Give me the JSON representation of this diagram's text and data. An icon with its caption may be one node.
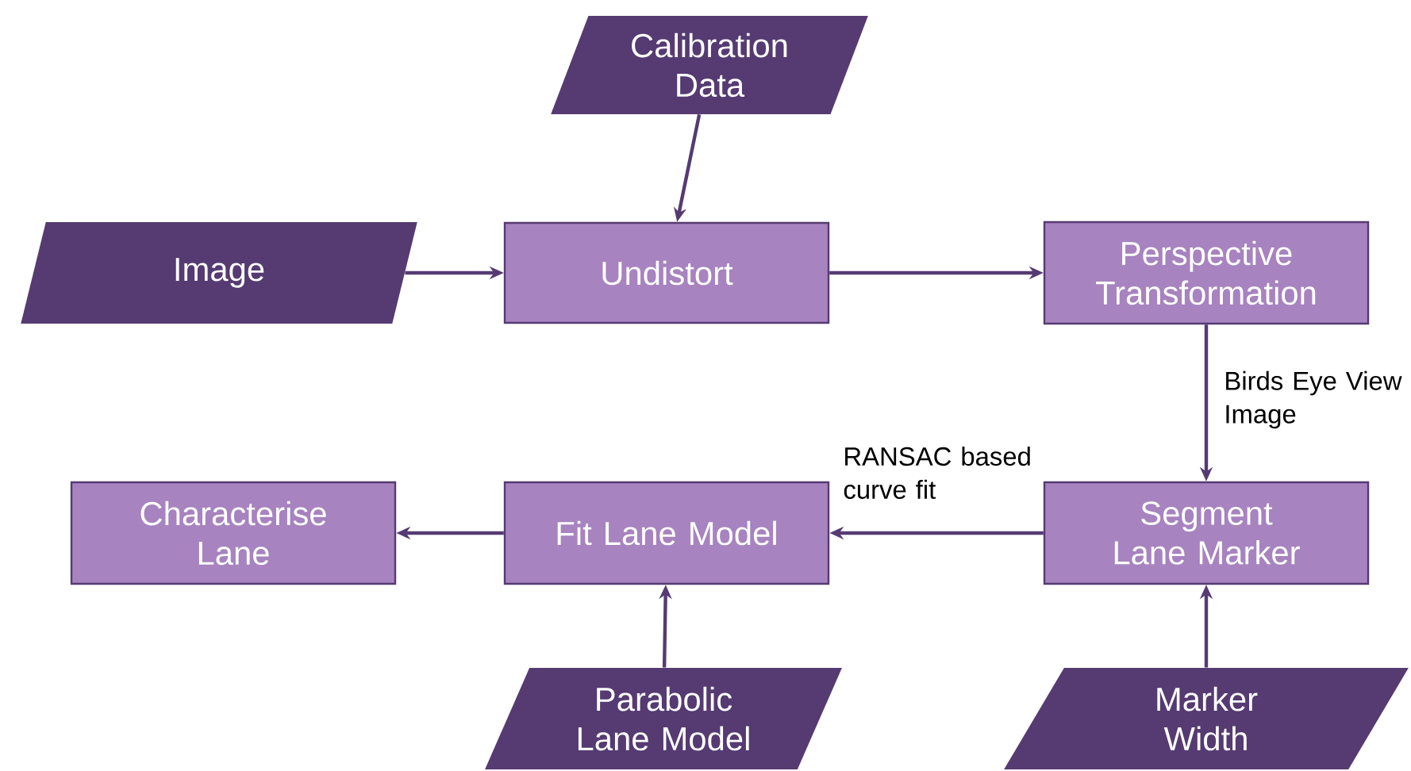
{
  "diagram": {
    "nodes": [
      {
        "text": [
          "Calibration Data"
        ]
      },
      {
        "text": [
          "Image"
        ]
      },
      {
        "text": [
          "Undistort"
        ]
      },
      {
        "text": [
          "Perspective Transformation"
        ]
      },
      {
        "text": [
          "Segment Lane Marker"
        ]
      },
      {
        "text": [
          "Fit Lane Model"
        ]
      },
      {
        "text": [
          "Characterise Lane"
        ]
      },
      {
        "text": [
          "Parabolic Lane Model"
        ]
      },
      {
        "text": [
          "Marker Width"
        ]
      }
    ],
    "edges": [
      {
        "from": 0,
        "to": 2,
        "arrow": "to"
      },
      {
        "from": 1,
        "to": 2,
        "arrow": "to"
      },
      {
        "from": 2,
        "to": 3,
        "arrow": "to"
      },
      {
        "from": 3,
        "to": 4,
        "arrow": "to",
        "label": "Birds Eye View Image"
      },
      {
        "from": 4,
        "to": 5,
        "arrow": "to",
        "label": "RANSAC based curve fit"
      },
      {
        "from": 5,
        "to": 6,
        "arrow": "to"
      },
      {
        "from": 7,
        "to": 5,
        "arrow": "to"
      },
      {
        "from": 8,
        "to": 4,
        "arrow": "to"
      }
    ]
  }
}
